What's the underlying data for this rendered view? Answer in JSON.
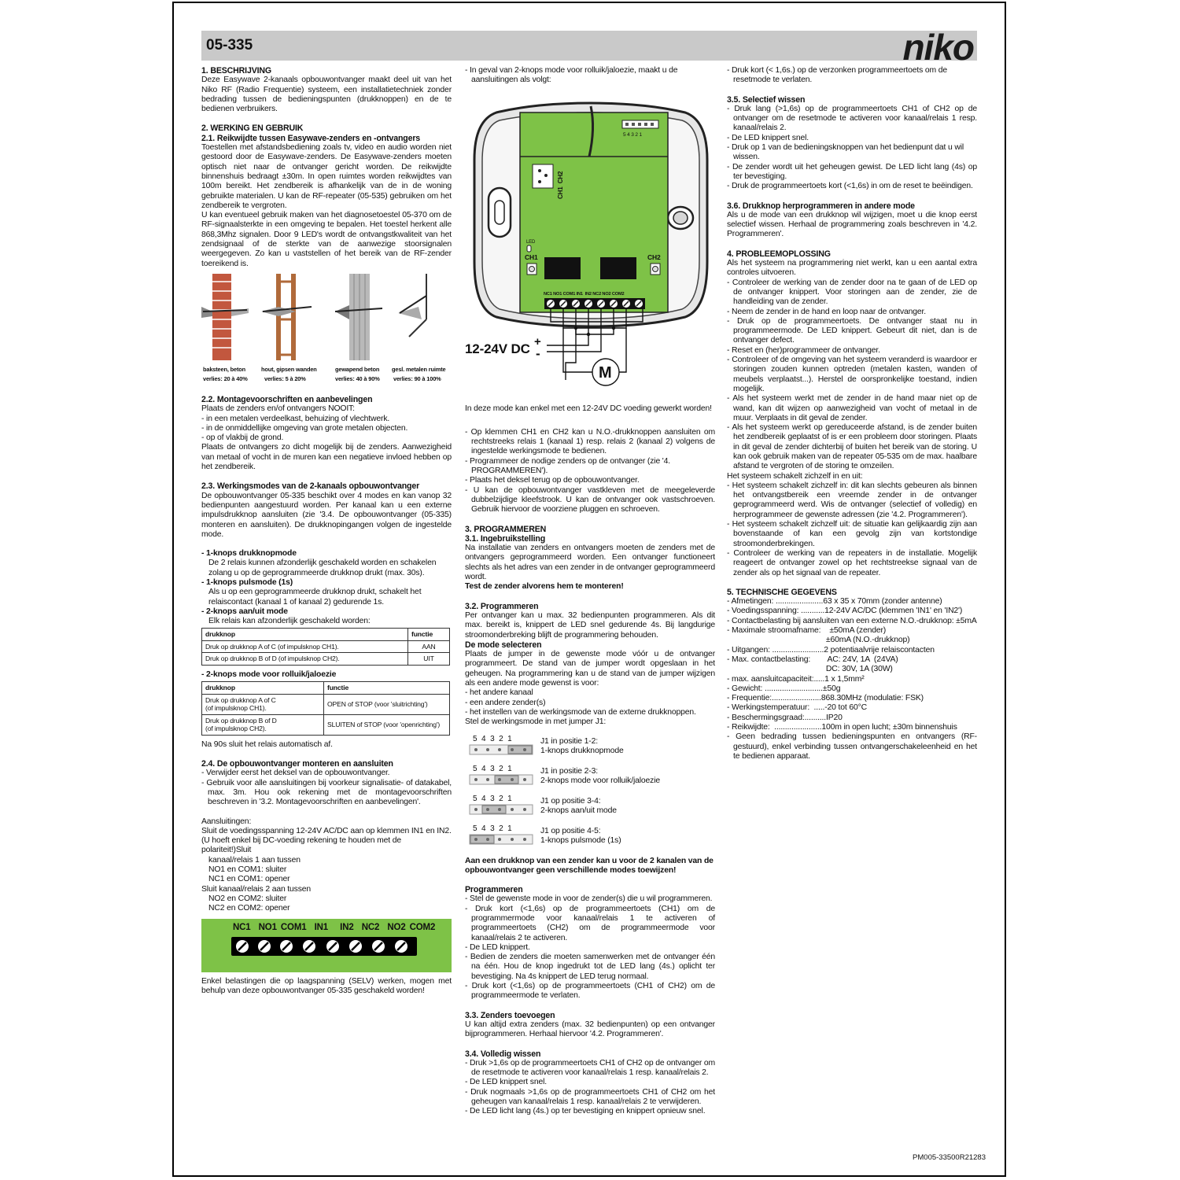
{
  "header": {
    "doc_number": "05-335",
    "logo": "niko"
  },
  "col1": {
    "s1_title": "1. BESCHRIJVING",
    "s1_text": "Deze Easywave 2-kanaals opbouwontvanger maakt deel uit van het Niko RF (Radio Frequentie) systeem, een installatietechniek zonder bedrading tussen de bedieningspunten (drukknoppen) en de te bedienen verbruikers.",
    "s2_title": "2. WERKING EN GEBRUIK",
    "s21_title": "2.1. Reikwijdte tussen Easywave-zenders en -ontvangers",
    "s21_text1": "Toestellen met afstandsbediening zoals tv, video en audio worden niet gestoord door de Easywave-zenders. De Easywave-zenders moeten optisch niet naar de ontvanger gericht worden. De reikwijdte binnenshuis bedraagt ±30m. In open ruimtes worden reikwijdtes van 100m bereikt. Het zendbereik is afhankelijk van de in de woning gebruikte materialen. U kan de RF-repeater (05-535) gebruiken om het zendbereik te vergroten.",
    "s21_text2": "U kan eventueel gebruik maken van het diagnosetoestel 05-370 om de RF-signaalsterkte in een omgeving te bepalen. Het toestel herkent alle 868,3Mhz signalen. Door 9 LED's wordt de ontvangstkwaliteit van het zendsignaal of de sterkte van de aanwezige stoorsignalen weergegeven. Zo kan u vaststellen of het bereik van de RF-zender toereikend is.",
    "walls": [
      {
        "material": "baksteen, beton",
        "loss": "verlies: 20 à 40%"
      },
      {
        "material": "hout, gipsen wanden",
        "loss": "verlies: 5 à 20%"
      },
      {
        "material": "gewapend beton",
        "loss": "verlies: 40 à 90%"
      },
      {
        "material": "gesl. metalen ruimte",
        "loss": "verlies: 90 à 100%"
      }
    ],
    "s22_title": "2.2. Montagevoorschriften en aanbevelingen",
    "s22_intro": "Plaats de zenders en/of ontvangers NOOIT:",
    "s22_items": [
      "- in een metalen verdeelkast, behuizing of vlechtwerk.",
      "- in de onmiddellijke omgeving van grote metalen objecten.",
      "- op of vlakbij de grond."
    ],
    "s22_text": "Plaats de ontvangers zo dicht mogelijk bij de zenders. Aanwezigheid van metaal of vocht in de muren kan een negatieve invloed hebben op het zendbereik.",
    "s23_title": "2.3. Werkingsmodes van de 2-kanaals opbouwontvanger",
    "s23_text": "De opbouwontvanger 05-335 beschikt over 4 modes en kan vanop 32 bedienpunten aangestuurd worden. Per kanaal kan u een externe impulsdrukknop aansluiten (zie '3.4. De opbouwontvanger (05-335) monteren en aansluiten). De drukknopingangen volgen de ingestelde mode.",
    "mode1_title": "- 1-knops drukknopmode",
    "mode1_text": "De 2 relais kunnen afzonderlijk geschakeld worden en schakelen zolang u op de geprogrammeerde drukknop drukt (max. 30s).",
    "mode2_title": "- 1-knops pulsmode (1s)",
    "mode2_text": "Als u op een geprogrammeerde drukknop drukt, schakelt het relaiscontact (kanaal 1 of kanaal 2) gedurende 1s.",
    "mode3_title": "- 2-knops aan/uit mode",
    "mode3_text": "Elk relais kan afzonderlijk geschakeld worden:",
    "table1": {
      "headers": [
        "drukknop",
        "functie"
      ],
      "rows": [
        [
          "Druk op drukknop A of C (of impulsknop CH1).",
          "AAN"
        ],
        [
          "Druk op drukknop B of D (of impulsknop CH2).",
          "UIT"
        ]
      ]
    },
    "mode4_title": "- 2-knops mode voor rolluik/jaloezie",
    "table2": {
      "headers": [
        "drukknop",
        "functie"
      ],
      "rows": [
        [
          "Druk op drukknop A of C\n(of impulsknop CH1).",
          "OPEN of STOP (voor 'sluitrichting')"
        ],
        [
          "Druk op drukknop B of D\n(of impulsknop CH2).",
          "SLUITEN of STOP (voor 'openrichting')"
        ]
      ]
    },
    "table2_note": "Na 90s sluit het relais automatisch af.",
    "s24_title": "2.4. De opbouwontvanger monteren en aansluiten",
    "s24_items": [
      "- Verwijder eerst het deksel van de opbouwontvanger.",
      "- Gebruik voor alle aansluitingen bij voorkeur signalisatie- of datakabel, max. 3m. Hou ook rekening met de montagevoorschriften beschreven in '3.2. Montagevoorschriften en aanbevelingen'."
    ],
    "conn_title": "Aansluitingen:",
    "conn_lines": [
      "Sluit de voedingsspanning 12-24V AC/DC aan op klemmen IN1 en IN2.",
      "(U hoeft enkel bij DC-voeding rekening te houden met de polariteit!)Sluit",
      "  kanaal/relais 1 aan tussen",
      "  NO1 en COM1: sluiter",
      "  NC1 en COM1: opener",
      "Sluit kanaal/relais 2 aan tussen",
      "  NO2 en COM2: sluiter",
      "  NC2 en COM2: opener"
    ],
    "terminal_labels": "NC1  NO1 COM1  IN1   IN2  NC2  NO2 COM2",
    "selv_text": "Enkel belastingen die op laagspanning (SELV) werken, mogen met behulp van deze opbouwontvanger 05-335 geschakeld worden!"
  },
  "col2": {
    "intro": "- In geval van 2-knops mode voor rolluik/jaloezie, maakt u de aansluitingen als volgt:",
    "diagram": {
      "pins": "5 4 3 2 1",
      "ch_vertical": "CH1  CH2",
      "led": "LED",
      "ch1": "CH1",
      "ch2": "CH2",
      "terminals": "NC1 NO1 COM1 IN1  IN2 NC2 NO2 COM2",
      "supply": "12-24V DC",
      "plus": "+",
      "minus": "-",
      "motor": "M"
    },
    "dc_note": "In deze mode kan enkel met een 12-24V DC voeding gewerkt worden!",
    "items": [
      "- Op klemmen CH1 en CH2 kan u N.O.-drukknoppen aansluiten om rechtstreeks relais 1 (kanaal 1) resp. relais 2 (kanaal 2) volgens de ingestelde werkingsmode te bedienen.",
      "- Programmeer de nodige zenders op de ontvanger (zie '4. PROGRAMMEREN').",
      "- Plaats het deksel terug op de opbouwontvanger.",
      "- U kan de opbouwontvanger vastkleven met de meegeleverde dubbelzijdige kleefstrook. U kan de ontvanger ook vastschroeven. Gebruik hiervoor de voorziene pluggen en schroeven."
    ],
    "s3_title": "3. PROGRAMMEREN",
    "s31_title": "3.1. Ingebruikstelling",
    "s31_text": "Na installatie van zenders en ontvangers moeten de zenders met de ontvangers geprogrammeerd worden. Een ontvanger functioneert slechts als het adres van een zender in de ontvanger geprogrammeerd wordt.",
    "s31_bold": "Test de zender alvorens hem te monteren!",
    "s32_title": "3.2. Programmeren",
    "s32_text": "Per ontvanger kan u max. 32 bedienpunten programmeren. Als dit max. bereikt is, knippert de LED snel gedurende 4s. Bij langdurige stroomonderbreking blijft de programmering behouden.",
    "mode_sel_title": "De mode selecteren",
    "mode_sel_text": "Plaats de jumper in de gewenste mode vóór u de ontvanger programmeert. De stand van de jumper wordt opgeslaan in het geheugen. Na programmering kan u de stand van de jumper wijzigen als een andere mode gewenst is voor:",
    "mode_sel_items": [
      "- het andere kanaal",
      "- een andere zender(s)",
      "- het instellen van de werkingsmode van de externe drukknoppen."
    ],
    "mode_sel_end": "Stel de werkingsmode in met jumper J1:",
    "jumper_pins": "5 4 3 2 1",
    "jumpers": [
      {
        "line1": "J1 in positie 1-2:",
        "line2": "1-knops drukknopmode"
      },
      {
        "line1": "J1 in positie 2-3:",
        "line2": "2-knops mode voor rolluik/jaloezie"
      },
      {
        "line1": "J1 op positie 3-4:",
        "line2": "2-knops aan/uit mode"
      },
      {
        "line1": "J1 op positie 4-5:",
        "line2": "1-knops pulsmode (1s)"
      }
    ],
    "warning": "Aan een drukknop van een zender kan u voor de 2 kanalen van de opbouwontvanger geen verschillende modes toewijzen!",
    "prog_title": "Programmeren",
    "prog_items": [
      "- Stel de gewenste mode in voor de zender(s) die u wil programmeren.",
      "- Druk kort (<1,6s) op de programmeertoets (CH1) om de programmermode voor kanaal/relais 1 te activeren of programmeertoets (CH2) om de programmeermode voor kanaal/relais 2 te activeren.",
      "- De LED knippert.",
      "- Bedien de zenders die moeten samenwerken met de ontvanger één na één. Hou de knop ingedrukt tot de LED lang (4s.) oplicht ter bevestiging. Na 4s knippert de LED terug normaal.",
      "- Druk kort (<1,6s) op de programmeertoets (CH1 of CH2) om de programmeermode  te verlaten."
    ],
    "s33_title": "3.3. Zenders toevoegen",
    "s33_text": "U kan altijd extra zenders (max. 32 bedienpunten) op een ontvanger bijprogrammeren. Herhaal hiervoor '4.2. Programmeren'.",
    "s34_title": "3.4. Volledig wissen",
    "s34_items": [
      "- Druk >1,6s op de programmeertoets CH1 of CH2 op de ontvanger om de resetmode te activeren voor  kanaal/relais 1 resp. kanaal/relais 2.",
      "- De LED knippert snel.",
      "- Druk nogmaals >1,6s op de programmeertoets CH1 of CH2 om het geheugen van kanaal/relais 1 resp. kanaal/relais 2 te verwijderen.",
      "- De LED licht lang (4s.) op ter bevestiging en knippert opnieuw snel."
    ]
  },
  "col3": {
    "top_item": "- Druk kort (< 1,6s.) op de verzonken programmeertoets om de resetmode te verlaten.",
    "s35_title": "3.5. Selectief wissen",
    "s35_items": [
      "- Druk lang (>1,6s) op de programmeertoets CH1 of CH2 op de ontvanger om de resetmode te activeren voor  kanaal/relais 1 resp. kanaal/relais 2.",
      "- De LED knippert snel.",
      "- Druk op 1 van de bedieningsknoppen van het bedienpunt dat u wil wissen.",
      "- De zender wordt uit het geheugen gewist. De LED licht lang (4s) op ter bevestiging.",
      "- Druk de programmeertoets  kort (<1,6s) in om de reset te beëindigen."
    ],
    "s36_title": "3.6. Drukknop herprogrammeren in andere mode",
    "s36_text": "Als u de mode van een drukknop wil wijzigen, moet u die knop eerst selectief wissen. Herhaal de programmering zoals beschreven in '4.2. Programmeren'.",
    "s4_title": "4. PROBLEEMOPLOSSING",
    "s4_intro": "Als het systeem na programmering niet werkt, kan u een aantal extra controles uitvoeren.",
    "s4_items": [
      "- Controleer de werking van de zender door na te gaan of de LED op de ontvanger knippert. Voor storingen aan de zender, zie de handleiding van de zender.",
      "- Neem de zender in de hand en loop naar de ontvanger.",
      "- Druk op de programmeertoets. De ontvanger staat nu in programmeermode. De LED knippert. Gebeurt dit niet, dan is de ontvanger defect.",
      "- Reset en (her)programmeer de ontvanger.",
      "- Controleer of de omgeving van het systeem veranderd is waardoor er storingen zouden kunnen optreden (metalen kasten, wanden of meubels verplaatst...). Herstel de oorspronkelijke toestand, indien mogelijk.",
      "- Als het systeem werkt met de zender in de hand maar niet op de wand, kan dit wijzen op aanwezigheid van vocht of metaal in de muur. Verplaats in dit geval de zender.",
      "- Als het systeem werkt op gereduceerde afstand, is de zender buiten het zendbereik geplaatst of is er een probleem door storingen. Plaats in dit geval de zender dichterbij of buiten het bereik van de storing. U kan ook gebruik maken van de repeater 05-535 om de max. haalbare afstand te vergroten of de storing te omzeilen."
    ],
    "s4_self": "Het systeem schakelt zichzelf in en uit:",
    "s4_self_items": [
      "- Het systeem schakelt zichzelf in: dit kan slechts gebeuren als binnen het ontvangstbereik een vreemde zender in de ontvanger geprogrammeerd werd. Wis de ontvanger (selectief of volledig) en herprogrammeer de gewenste adressen (zie '4.2. Programmeren').",
      "- Het systeem schakelt zichzelf uit: de situatie kan gelijkaardig zijn aan bovenstaande of kan een gevolg zijn van kortstondige stroomonderbrekingen.",
      "- Controleer de werking van de repeaters in de installatie. Mogelijk reageert de ontvanger zowel op het rechtstreekse signaal van de zender als op het signaal van de repeater."
    ],
    "s5_title": "5. TECHNISCHE GEGEVENS",
    "specs": [
      "- Afmetingen: ......................63 x 35 x 70mm (zonder antenne)",
      "- Voedingsspanning: ...........12-24V AC/DC (klemmen 'IN1' en 'IN2')",
      "- Contactbelasting bij aansluiten van een externe N.O.-drukknop: ±5mA",
      "- Maximale stroomafname:    ±50mA (zender)",
      "                                              ±60mA (N.O.-drukknop)",
      "- Uitgangen: ........................2 potentiaalvrije relaiscontacten",
      "- Max. contactbelasting:        AC: 24V, 1A  (24VA)",
      "                                              DC: 30V, 1A (30W)",
      "- max. aansluitcapaciteit:.....1 x 1,5mm²",
      "- Gewicht: ...........................±50g",
      "- Frequentie:.......................868.30MHz (modulatie: FSK)",
      "- Werkingstemperatuur:  .....-20 tot 60°C",
      "- Beschermingsgraad:..........IP20",
      "- Reikwijdte:  ......................100m in open lucht; ±30m binnenshuis",
      "- Geen bedrading tussen bedieningspunten en ontvangers (RF-gestuurd), enkel verbinding tussen ontvangerschakeleenheid en het te bedienen apparaat."
    ]
  },
  "footer": {
    "code": "PM005-33500R21283"
  },
  "colors": {
    "header_bg": "#c9c9c9",
    "pcb_green": "#7ec247",
    "black": "#000000"
  }
}
